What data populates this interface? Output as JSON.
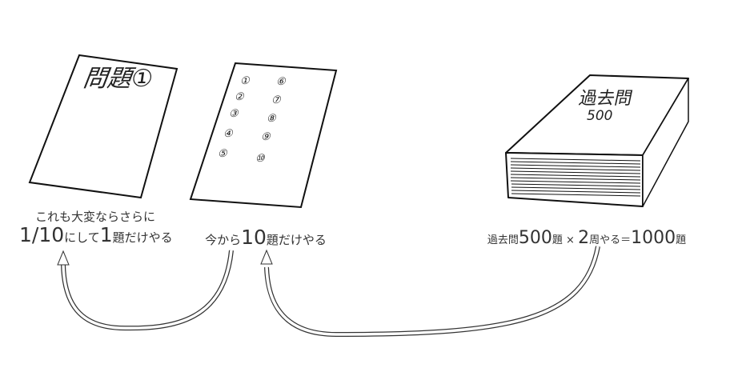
{
  "diagram": {
    "items": [
      {
        "id": "single-problem",
        "label_on_paper": "問題①",
        "caption_line1": "これも大変ならさらに",
        "caption_line2_big1": "1/10",
        "caption_line2_mid": "にして",
        "caption_line2_big2": "1",
        "caption_line2_tail": "題だけやる"
      },
      {
        "id": "ten-problems",
        "numbers": [
          "①",
          "②",
          "③",
          "④",
          "⑤",
          "⑥",
          "⑦",
          "⑧",
          "⑨",
          "⑩"
        ],
        "caption_pre": "今から",
        "caption_big": "10",
        "caption_post": "題だけやる"
      },
      {
        "id": "past-exam-book",
        "book_title": "過去問",
        "book_count": "500",
        "caption_pre": "過去問",
        "caption_big1": "500",
        "caption_mid1": "題 × ",
        "caption_big2": "2",
        "caption_mid2": "周やる＝",
        "caption_big3": "1000",
        "caption_post": "題"
      }
    ],
    "arrows": [
      {
        "from": "past-exam-book",
        "to": "ten-problems"
      },
      {
        "from": "ten-problems",
        "to": "single-problem"
      }
    ]
  }
}
